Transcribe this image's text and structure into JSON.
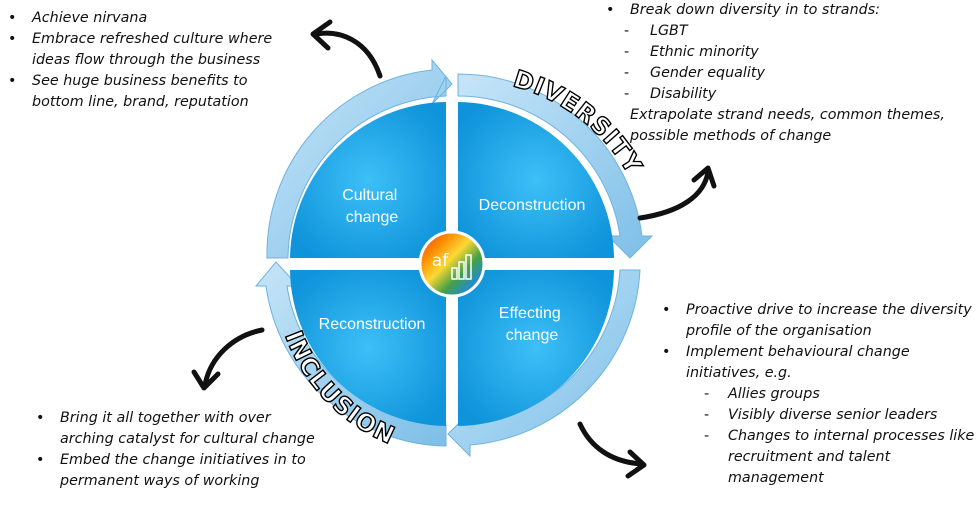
{
  "quadrants": {
    "cultural": "Cultural\nchange",
    "deconstruction": "Deconstruction",
    "reconstruction": "Reconstruction",
    "effecting": "Effecting\nchange"
  },
  "arc_labels": {
    "diversity": "DIVERSITY",
    "inclusion": "INCLUSION"
  },
  "logo": {
    "text": "af"
  },
  "notes": {
    "top_left": [
      "Achieve nirvana",
      "Embrace refreshed culture where ideas flow through the business",
      "See huge business benefits to bottom line, brand, reputation"
    ],
    "top_right": {
      "bullet": "Break down diversity in to strands:",
      "strands": [
        "LGBT",
        "Ethnic minority",
        "Gender equality",
        "Disability"
      ],
      "extra": "Extrapolate strand needs, common themes, possible methods of change"
    },
    "bottom_right": {
      "bullets": [
        "Proactive drive to increase the diversity profile of the organisation",
        "Implement behavioural change initiatives, e.g."
      ],
      "examples": [
        "Allies groups",
        "Visibly diverse senior leaders",
        "Changes to internal processes like recruitment and talent management"
      ]
    },
    "bottom_left": [
      "Bring it all together with over arching catalyst for cultural change",
      "Embed the change initiatives in to permanent ways of working"
    ]
  },
  "colors": {
    "quadrant_fill": "#1aa3e8",
    "arrow_fill": "#9ad0ef",
    "logo_bg": "#ffffff"
  }
}
